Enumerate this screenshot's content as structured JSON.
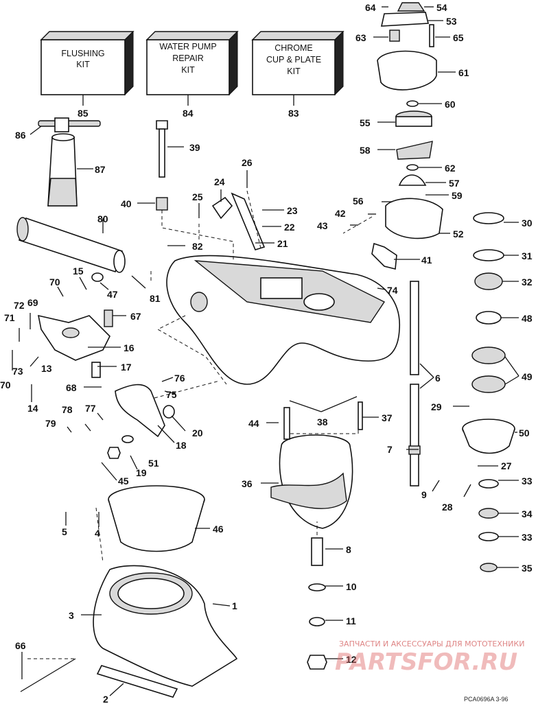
{
  "kits": [
    {
      "line1": "FLUSHING",
      "line2": "KIT",
      "line3": "",
      "number": "85"
    },
    {
      "line1": "WATER PUMP",
      "line2": "REPAIR",
      "line3": "KIT",
      "number": "84"
    },
    {
      "line1": "CHROME",
      "line2": "CUP & PLATE",
      "line3": "KIT",
      "number": "83"
    }
  ],
  "part_numbers": [
    "1",
    "2",
    "3",
    "4",
    "5",
    "6",
    "7",
    "8",
    "9",
    "10",
    "11",
    "12",
    "13",
    "14",
    "15",
    "16",
    "17",
    "18",
    "19",
    "20",
    "21",
    "22",
    "23",
    "24",
    "25",
    "26",
    "27",
    "28",
    "29",
    "30",
    "31",
    "32",
    "33",
    "34",
    "35",
    "36",
    "37",
    "38",
    "39",
    "40",
    "41",
    "42",
    "43",
    "44",
    "45",
    "46",
    "47",
    "48",
    "49",
    "50",
    "51",
    "52",
    "53",
    "54",
    "55",
    "56",
    "57",
    "58",
    "59",
    "60",
    "61",
    "62",
    "63",
    "64",
    "65",
    "66",
    "67",
    "68",
    "69",
    "70",
    "71",
    "72",
    "73",
    "74",
    "75",
    "76",
    "77",
    "78",
    "79",
    "80",
    "81",
    "82",
    "86",
    "87"
  ],
  "repeat_labels": {
    "n70b": "70",
    "n33b": "33"
  },
  "watermark": {
    "line1": "ЗАПЧАСТИ И АКСЕССУАРЫ ДЛЯ МОТОТЕХНИКИ",
    "brand": "PARTSFOR.RU"
  },
  "drawing_code": "PCA0696A  3-96",
  "colors": {
    "line": "#111111",
    "watermark": "#e06a6a"
  }
}
